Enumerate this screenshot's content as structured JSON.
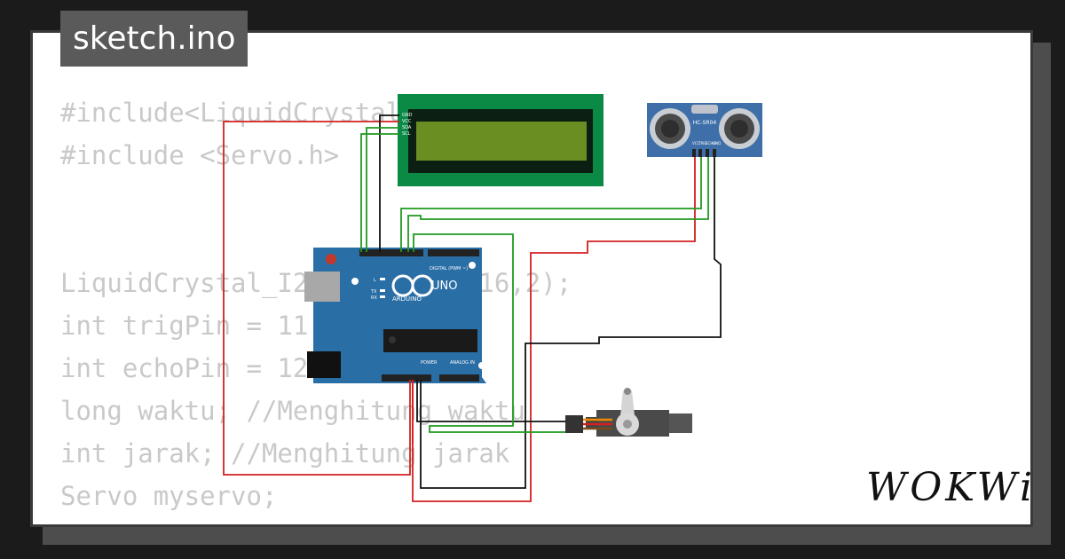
{
  "file_tab": {
    "label": "sketch.ino"
  },
  "code_lines": [
    "#include<LiquidCrystal_I2C.h>",
    "#include <Servo.h>",
    "",
    "",
    "LiquidCrystal_I2C lcd(0x27,16,2);",
    "int trigPin = 11; //Triger",
    "int echoPin = 12; //Echo",
    "long waktu; //Menghitung waktu",
    "int jarak; //Menghitung jarak",
    "Servo myservo;"
  ],
  "components": {
    "lcd": {
      "pins": [
        "GND",
        "VCC",
        "SDA",
        "SCL"
      ]
    },
    "sensor": {
      "label": "HC-SR04",
      "pins": [
        "VCC",
        "TRIG",
        "ECHO",
        "GND"
      ]
    },
    "arduino": {
      "model": "UNO",
      "brand": "ARDUINO",
      "digital_label": "DIGITAL (PWM ~)",
      "analog_label": "ANALOG IN",
      "power_label": "POWER",
      "tx": "TX",
      "rx": "RX",
      "l": "L"
    }
  },
  "wire_colors": {
    "red": "#d42020",
    "green": "#1f9a1f",
    "black": "#111111",
    "servo_orange": "#f08a00"
  },
  "brand": {
    "logo": "WOKWi"
  }
}
